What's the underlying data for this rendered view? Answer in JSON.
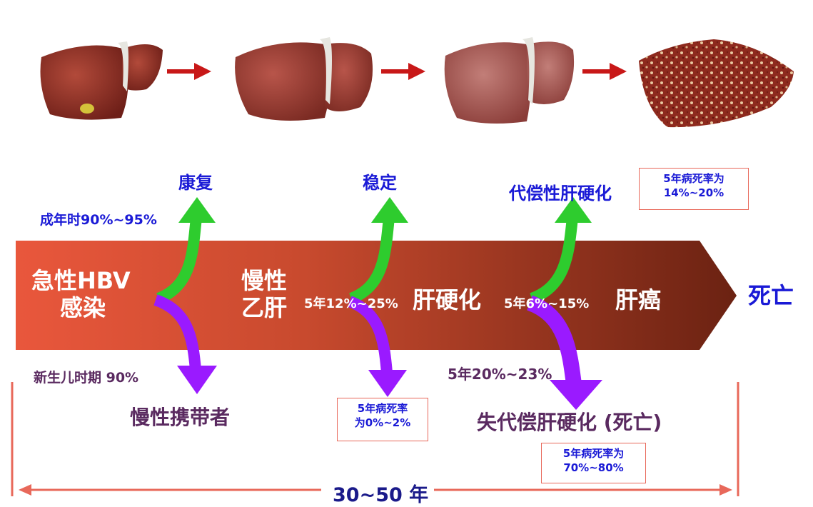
{
  "colors": {
    "band_start": "#e9573c",
    "band_end": "#6b2212",
    "green_arrow": "#2ecc2e",
    "purple_arrow": "#9a1aff",
    "progress_arrow": "#c81818",
    "box_border": "#e8685a",
    "timeline": "#e8685a"
  },
  "stages": {
    "acute_line1": "急性HBV",
    "acute_line2": "感染",
    "chronic_line1": "慢性",
    "chronic_line2": "乙肝",
    "cirrhosis": "肝硬化",
    "cancer": "肝癌",
    "death": "死亡"
  },
  "rates": {
    "to_cirrhosis": "5年12%~25%",
    "to_cancer": "5年6%~15%"
  },
  "outcomes": {
    "recovery": "康复",
    "recovery_rate": "成年时90%~95%",
    "carrier": "慢性携带者",
    "carrier_rate": "新生儿时期 90%",
    "stable": "稳定",
    "compensated": "代偿性肝硬化",
    "decompensated": "失代偿肝硬化 (死亡)",
    "decompensated_rate": "5年20%~23%"
  },
  "mortality_boxes": {
    "compensated_line1": "5年病死率为",
    "compensated_line2": "14%~20%",
    "chronic_line1": "5年病死率",
    "chronic_line2": "为0%~2%",
    "decompensated_line1": "5年病死率为",
    "decompensated_line2": "70%~80%"
  },
  "timeline": {
    "label": "30~50 年"
  },
  "icons": [
    "healthy-liver-icon",
    "chronic-liver-icon",
    "cirrhotic-liver-icon",
    "cancer-liver-icon"
  ]
}
